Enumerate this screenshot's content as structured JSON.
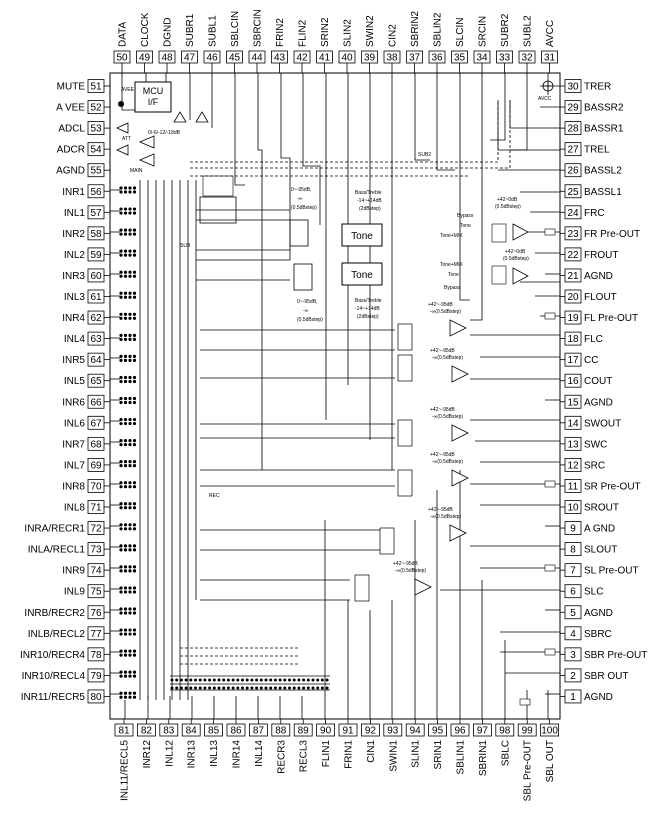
{
  "top_pins": [
    {
      "num": "50",
      "label": "DATA"
    },
    {
      "num": "49",
      "label": "CLOCK"
    },
    {
      "num": "48",
      "label": "DGND"
    },
    {
      "num": "47",
      "label": "SUBR1"
    },
    {
      "num": "46",
      "label": "SUBL1"
    },
    {
      "num": "45",
      "label": "SBLCIN"
    },
    {
      "num": "44",
      "label": "SBRCIN"
    },
    {
      "num": "43",
      "label": "FRIN2"
    },
    {
      "num": "42",
      "label": "FLIN2"
    },
    {
      "num": "41",
      "label": "SRIN2"
    },
    {
      "num": "40",
      "label": "SLIN2"
    },
    {
      "num": "39",
      "label": "SWIN2"
    },
    {
      "num": "38",
      "label": "CIN2"
    },
    {
      "num": "37",
      "label": "SBRIN2"
    },
    {
      "num": "36",
      "label": "SBLIN2"
    },
    {
      "num": "35",
      "label": "SLCIN"
    },
    {
      "num": "34",
      "label": "SRCIN"
    },
    {
      "num": "33",
      "label": "SUBR2"
    },
    {
      "num": "32",
      "label": "SUBL2"
    },
    {
      "num": "31",
      "label": "AVCC"
    }
  ],
  "left_pins": [
    {
      "num": "51",
      "label": "MUTE"
    },
    {
      "num": "52",
      "label": "A VEE"
    },
    {
      "num": "53",
      "label": "ADCL"
    },
    {
      "num": "54",
      "label": "ADCR"
    },
    {
      "num": "55",
      "label": "AGND"
    },
    {
      "num": "56",
      "label": "INR1"
    },
    {
      "num": "57",
      "label": "INL1"
    },
    {
      "num": "58",
      "label": "INR2"
    },
    {
      "num": "59",
      "label": "INL2"
    },
    {
      "num": "60",
      "label": "INR3"
    },
    {
      "num": "61",
      "label": "INL3"
    },
    {
      "num": "62",
      "label": "INR4"
    },
    {
      "num": "63",
      "label": "INL4"
    },
    {
      "num": "64",
      "label": "INR5"
    },
    {
      "num": "65",
      "label": "INL5"
    },
    {
      "num": "66",
      "label": "INR6"
    },
    {
      "num": "67",
      "label": "INL6"
    },
    {
      "num": "68",
      "label": "INR7"
    },
    {
      "num": "69",
      "label": "INL7"
    },
    {
      "num": "70",
      "label": "INR8"
    },
    {
      "num": "71",
      "label": "INL8"
    },
    {
      "num": "72",
      "label": "INRA/RECR1"
    },
    {
      "num": "73",
      "label": "INLA/RECL1"
    },
    {
      "num": "74",
      "label": "INR9"
    },
    {
      "num": "75",
      "label": "INL9"
    },
    {
      "num": "76",
      "label": "INRB/RECR2"
    },
    {
      "num": "77",
      "label": "INLB/RECL2"
    },
    {
      "num": "78",
      "label": "INR10/RECR4"
    },
    {
      "num": "79",
      "label": "INR10/RECL4"
    },
    {
      "num": "80",
      "label": "INR11/RECR5"
    }
  ],
  "right_pins": [
    {
      "num": "30",
      "label": "TRER"
    },
    {
      "num": "29",
      "label": "BASSR2"
    },
    {
      "num": "28",
      "label": "BASSR1"
    },
    {
      "num": "27",
      "label": "TREL"
    },
    {
      "num": "26",
      "label": "BASSL2"
    },
    {
      "num": "25",
      "label": "BASSL1"
    },
    {
      "num": "24",
      "label": "FRC"
    },
    {
      "num": "23",
      "label": "FR Pre-OUT"
    },
    {
      "num": "22",
      "label": "FROUT"
    },
    {
      "num": "21",
      "label": "AGND"
    },
    {
      "num": "20",
      "label": "FLOUT"
    },
    {
      "num": "19",
      "label": "FL Pre-OUT"
    },
    {
      "num": "18",
      "label": "FLC"
    },
    {
      "num": "17",
      "label": "CC"
    },
    {
      "num": "16",
      "label": "COUT"
    },
    {
      "num": "15",
      "label": "AGND"
    },
    {
      "num": "14",
      "label": "SWOUT"
    },
    {
      "num": "13",
      "label": "SWC"
    },
    {
      "num": "12",
      "label": "SRC"
    },
    {
      "num": "11",
      "label": "SR Pre-OUT"
    },
    {
      "num": "10",
      "label": "SROUT"
    },
    {
      "num": "9",
      "label": "A GND"
    },
    {
      "num": "8",
      "label": "SLOUT"
    },
    {
      "num": "7",
      "label": "SL Pre-OUT"
    },
    {
      "num": "6",
      "label": "SLC"
    },
    {
      "num": "5",
      "label": "AGND"
    },
    {
      "num": "4",
      "label": "SBRC"
    },
    {
      "num": "3",
      "label": "SBR Pre-OUT"
    },
    {
      "num": "2",
      "label": "SBR OUT"
    },
    {
      "num": "1",
      "label": "AGND"
    }
  ],
  "bottom_pins": [
    {
      "num": "81",
      "label": "INL11/RECL5"
    },
    {
      "num": "82",
      "label": "INR12"
    },
    {
      "num": "83",
      "label": "INL12"
    },
    {
      "num": "84",
      "label": "INR13"
    },
    {
      "num": "85",
      "label": "INL13"
    },
    {
      "num": "86",
      "label": "INR14"
    },
    {
      "num": "87",
      "label": "INL14"
    },
    {
      "num": "88",
      "label": "RECR3"
    },
    {
      "num": "89",
      "label": "RECL3"
    },
    {
      "num": "90",
      "label": "FLIN1"
    },
    {
      "num": "91",
      "label": "FRIN1"
    },
    {
      "num": "92",
      "label": "CIN1"
    },
    {
      "num": "93",
      "label": "SWIN1"
    },
    {
      "num": "94",
      "label": "SLIN1"
    },
    {
      "num": "95",
      "label": "SRIN1"
    },
    {
      "num": "96",
      "label": "SBLIN1"
    },
    {
      "num": "97",
      "label": "SBRIN1"
    },
    {
      "num": "98",
      "label": "SBLC"
    },
    {
      "num": "99",
      "label": "SBL Pre-OUT"
    },
    {
      "num": "100",
      "label": "SBL OUT"
    }
  ],
  "blocks": {
    "mcu": "MCU\nI/F",
    "avee": "AVEE",
    "avcc": "AVCC",
    "att": "ATT",
    "main": "MAIN",
    "sub": "SUB",
    "sub2": "SUB2",
    "rec": "REC",
    "tone_upper": "Tone",
    "tone_lower": "Tone",
    "tone_mix_upper": "Tone+MIX",
    "tone_mix_lower": "Tone+MIX",
    "tone_small_lower": "Tone",
    "bypass_upper": "Bypass",
    "bypass_lower": "Bypass",
    "tone_upper_small": "Tone",
    "adc_gain": "0/-6/-12/-18dB",
    "fr_vol_a": "0~-95dB,",
    "fr_vol_b": "-∞",
    "fr_vol_c": "(0.5dBstep)",
    "fl_vol_a": "0~-95dB,",
    "fl_vol_b": "-∞",
    "fl_vol_c": "(0.5dBstep)",
    "bt_upper_a": "Bass/Treble",
    "bt_upper_b": "-14~+14dB",
    "bt_upper_c": "(2dBstep)",
    "bt_lower_a": "Bass/Treble",
    "bt_lower_b": "-14~+14dB",
    "bt_lower_c": "(2dBstep)",
    "fr_out_a": "+42~0dB",
    "fr_out_b": "(0.5dBstep)",
    "fl_out_a": "+42~0dB",
    "fl_out_b": "(0.5dBstep)",
    "ch_gain_a": "+42~-95dB",
    "ch_gain_b": "-∞(0.5dBstep)"
  }
}
